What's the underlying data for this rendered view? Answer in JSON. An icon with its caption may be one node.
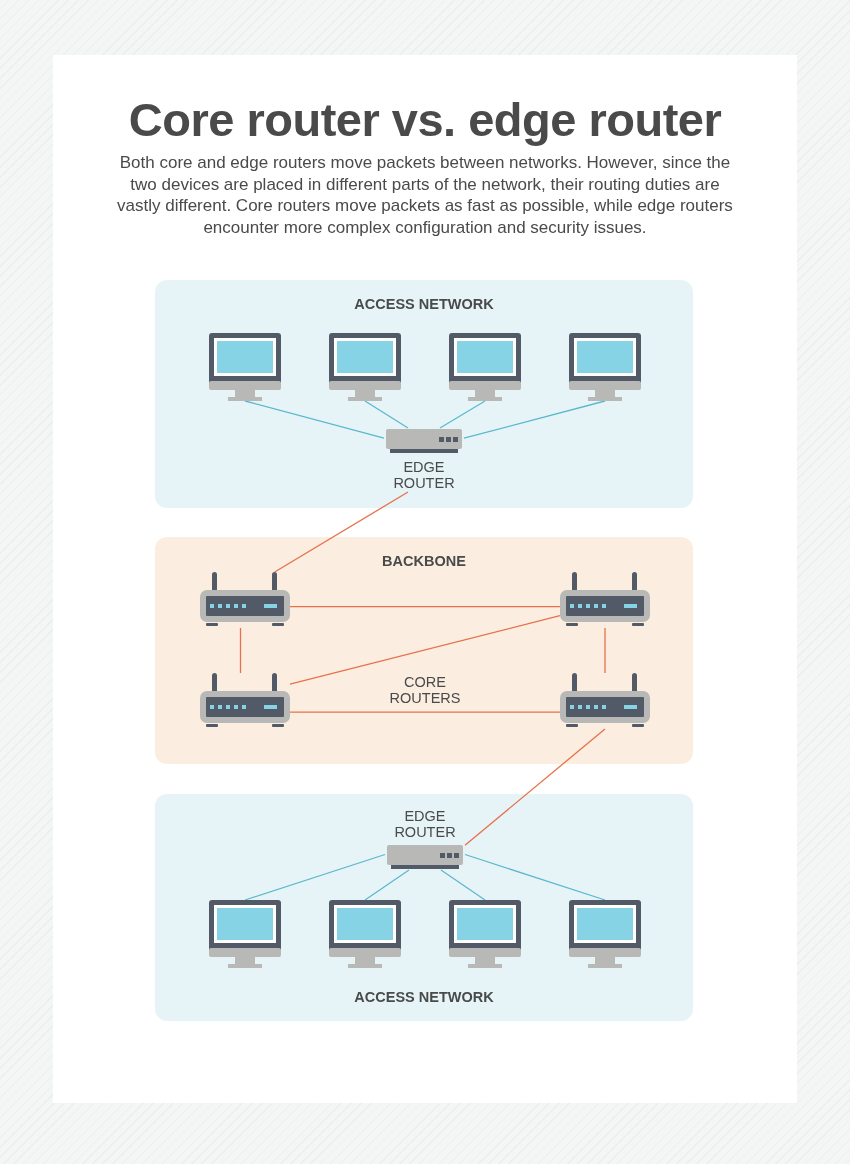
{
  "diagram": {
    "title": "Core router vs. edge router",
    "nodes": [
      {
        "text": [
          "ACCESS NETWORK"
        ]
      },
      {
        "text": [],
        "shape": "picture",
        "in": 0
      },
      {
        "text": [],
        "shape": "picture",
        "in": 0
      },
      {
        "text": [],
        "shape": "picture",
        "in": 0
      },
      {
        "text": [],
        "shape": "picture",
        "in": 0
      },
      {
        "text": [
          "EDGE ROUTER"
        ],
        "in": 0
      },
      {
        "text": [
          "BACKBONE"
        ]
      },
      {
        "text": [],
        "shape": "picture",
        "in": 6
      },
      {
        "text": [],
        "shape": "picture",
        "in": 6
      },
      {
        "text": [],
        "shape": "picture",
        "in": 6
      },
      {
        "text": [],
        "shape": "picture",
        "in": 6
      },
      {
        "text": [
          "ACCESS NETWORK"
        ]
      },
      {
        "text": [
          "EDGE ROUTER"
        ],
        "in": 11
      },
      {
        "text": [],
        "shape": "picture",
        "in": 11
      },
      {
        "text": [],
        "shape": "picture",
        "in": 11
      },
      {
        "text": [],
        "shape": "picture",
        "in": 11
      },
      {
        "text": [],
        "shape": "picture",
        "in": 11
      }
    ],
    "edges": [
      {
        "from": 1,
        "to": 5,
        "arrow": "none",
        "color": "#5bb8cc"
      },
      {
        "from": 2,
        "to": 5,
        "arrow": "none",
        "color": "#5bb8cc"
      },
      {
        "from": 3,
        "to": 5,
        "arrow": "none",
        "color": "#5bb8cc"
      },
      {
        "from": 4,
        "to": 5,
        "arrow": "none",
        "color": "#5bb8cc"
      },
      {
        "from": 5,
        "to": 7,
        "arrow": "none",
        "color": "#e8704a"
      },
      {
        "from": 7,
        "to": 8,
        "arrow": "none",
        "color": "#e8704a"
      },
      {
        "from": 7,
        "to": 9,
        "arrow": "none",
        "color": "#e8704a"
      },
      {
        "from": 8,
        "to": 9,
        "arrow": "none",
        "color": "#e8704a"
      },
      {
        "from": 8,
        "to": 10,
        "arrow": "none",
        "color": "#e8704a"
      },
      {
        "from": 9,
        "to": 10,
        "arrow": "none",
        "color": "#e8704a"
      },
      {
        "from": 10,
        "to": 12,
        "arrow": "none",
        "color": "#e8704a"
      },
      {
        "from": 12,
        "to": 13,
        "arrow": "none",
        "color": "#5bb8cc"
      },
      {
        "from": 12,
        "to": 14,
        "arrow": "none",
        "color": "#5bb8cc"
      },
      {
        "from": 12,
        "to": 15,
        "arrow": "none",
        "color": "#5bb8cc"
      },
      {
        "from": 12,
        "to": 16,
        "arrow": "none",
        "color": "#5bb8cc"
      }
    ],
    "labels": [
      "Both core and edge routers move packets between networks. However, since the two devices are placed in different parts of the network, their routing duties are vastly different. Core routers move packets as fast as possible, while edge routers encounter more complex configuration and security issues.",
      "CORE ROUTERS"
    ]
  }
}
